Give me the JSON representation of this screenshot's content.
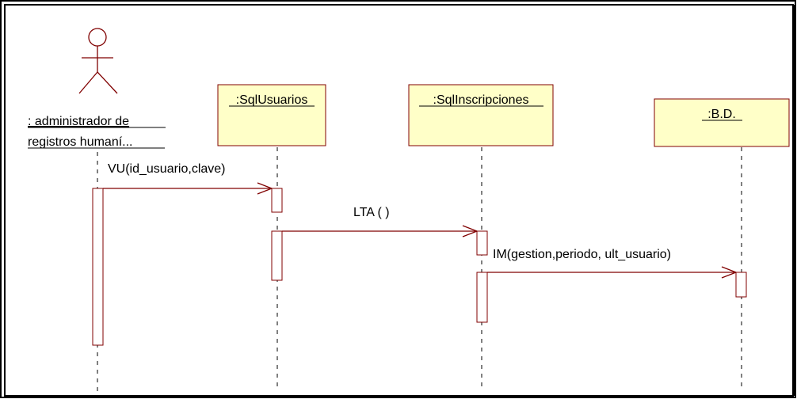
{
  "diagram": {
    "type": "sequence",
    "colors": {
      "frame": "#000000",
      "object_fill": "#ffffc8",
      "object_border": "#800000",
      "message_line": "#800000",
      "activation_fill": "#ffffff",
      "lifeline": "#000000",
      "actor_stroke": "#800000"
    },
    "actor": {
      "label_line1": ": administrador de",
      "label_line2": "registros humaní..."
    },
    "objects": [
      {
        "id": "sqlusuarios",
        "label": ":SqlUsuarios"
      },
      {
        "id": "sqlinscripciones",
        "label": ":SqlInscripciones"
      },
      {
        "id": "bd",
        "label": ":B.D."
      }
    ],
    "messages": [
      {
        "label": "VU(id_usuario,clave)",
        "from": "actor",
        "to": "sqlusuarios"
      },
      {
        "label": "LTA ( )",
        "from": "sqlusuarios",
        "to": "sqlinscripciones"
      },
      {
        "label": "IM(gestion,periodo, ult_usuario)",
        "from": "sqlinscripciones",
        "to": "bd"
      }
    ]
  }
}
